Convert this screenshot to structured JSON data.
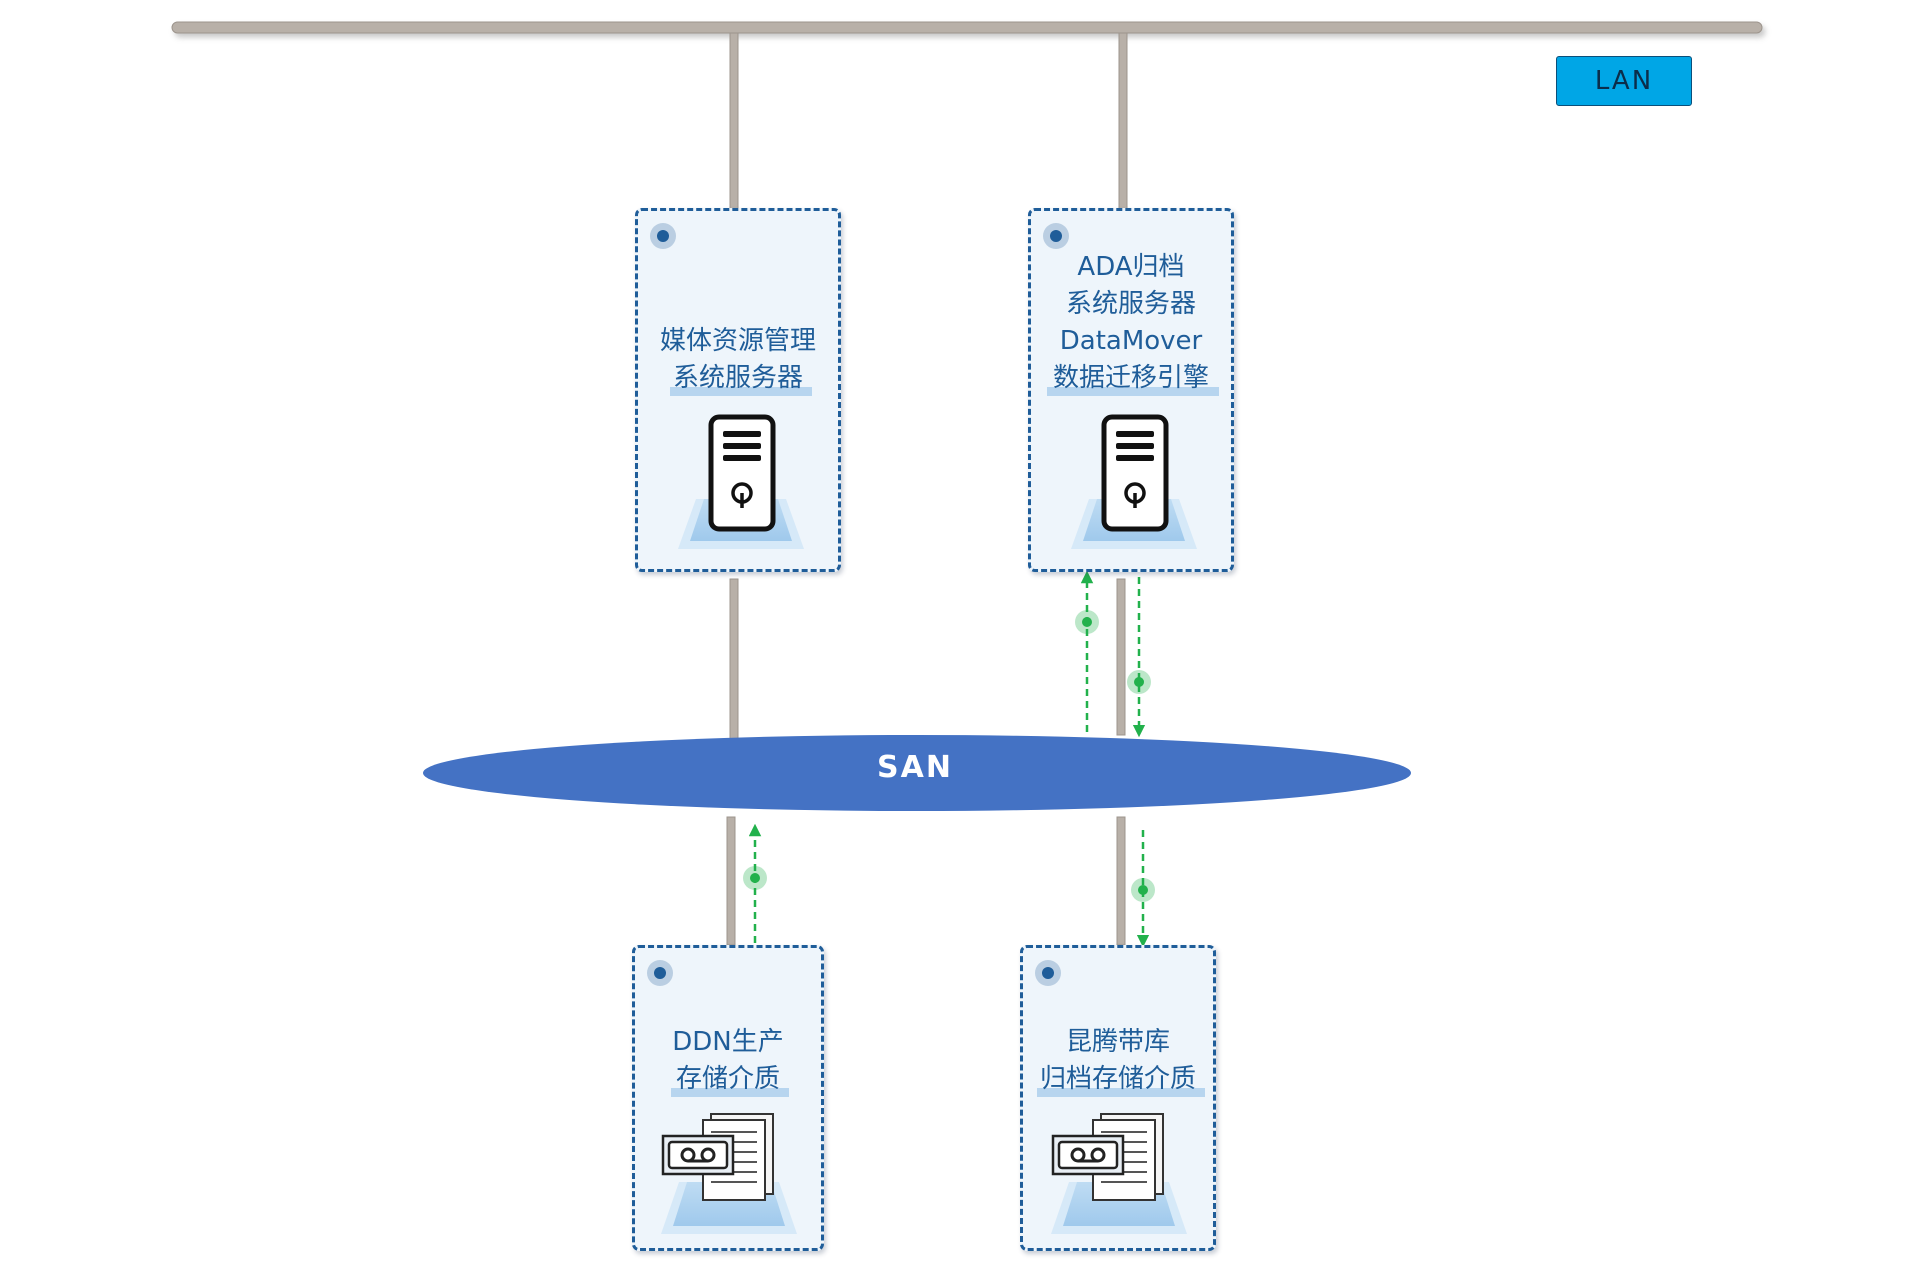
{
  "lan": {
    "label": "LAN"
  },
  "san": {
    "label": "SAN"
  },
  "nodes": {
    "media_server": {
      "lines": [
        "媒体资源管理",
        "系统服务器"
      ],
      "icon": "server-icon"
    },
    "ada_server": {
      "lines": [
        "ADA归档",
        "系统服务器",
        "DataMover",
        "数据迁移引擎"
      ],
      "icon": "server-icon"
    },
    "ddn_storage": {
      "lines": [
        "DDN生产",
        "存储介质"
      ],
      "icon": "tape-storage-icon"
    },
    "kunteng_library": {
      "lines": [
        "昆腾带库",
        "归档存储介质"
      ],
      "icon": "tape-storage-icon"
    }
  },
  "colors": {
    "lan_bus": "#b8b0a8",
    "lan_badge": "#00a6e6",
    "san": "#4472c4",
    "card_border": "#1f5d99",
    "card_fill": "#eef5fb",
    "flow_arrow": "#22b14c"
  }
}
